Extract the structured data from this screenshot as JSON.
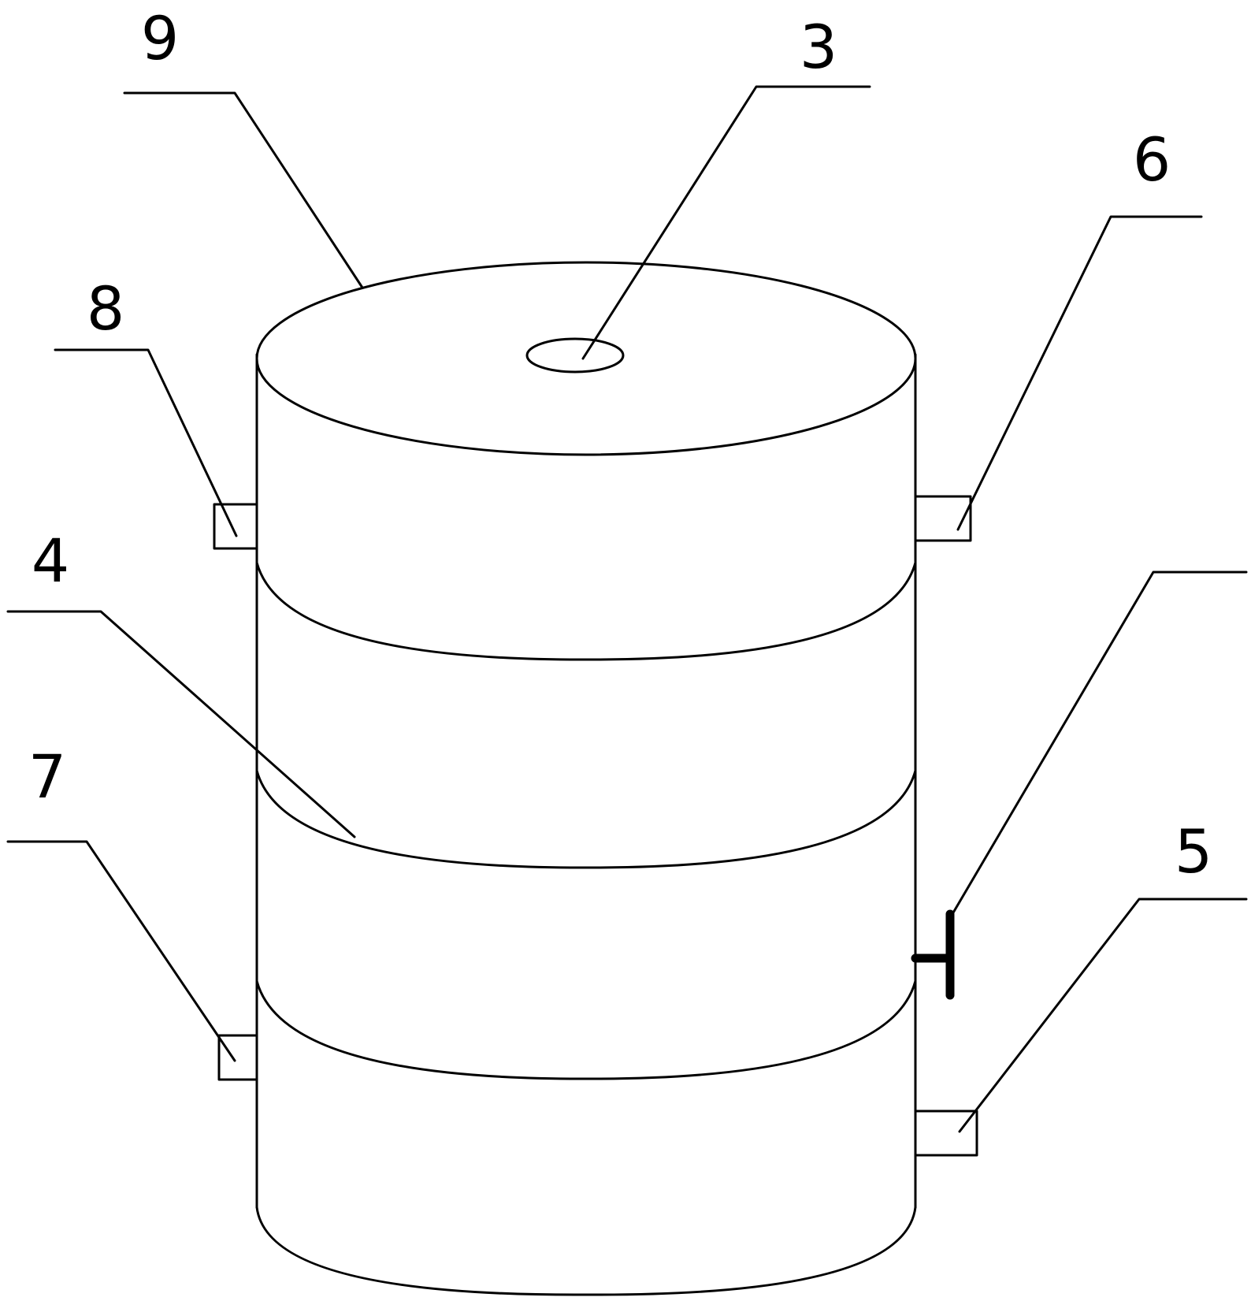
{
  "labels": {
    "part_3": "3",
    "part_4": "4",
    "part_5": "5",
    "part_6": "6",
    "part_7": "7",
    "part_8": "8",
    "part_9": "9"
  },
  "colors": {
    "line": "#000000",
    "background": "#ffffff"
  }
}
